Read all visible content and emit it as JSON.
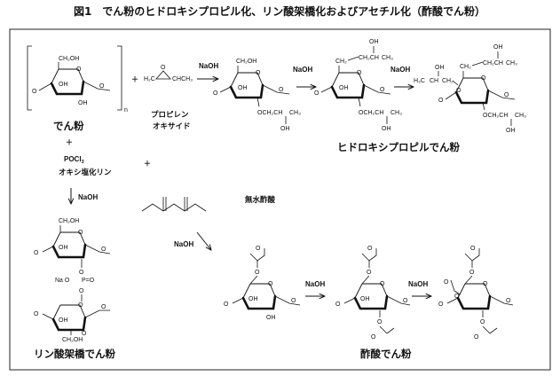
{
  "figure": {
    "title": "図1　でん粉のヒドロキシプロピル化、リン酸架橋化およびアセチル化（酢酸でん粉）"
  },
  "labels": {
    "starch": "でん粉",
    "propylene_oxide_1": "プロピレン",
    "propylene_oxide_2": "オキサイド",
    "hydroxypropyl_starch": "ヒドロキシプロピルでん粉",
    "phosphoryl_chloride": "POCl",
    "phosphoryl_chloride_sub": "3",
    "phosphoryl_chloride_name": "オキシ塩化リン",
    "acetic_anhydride": "無水酢酸",
    "phosphate_crosslinked_starch": "リン酸架橋でん粉",
    "acetyl_starch": "酢酸でん粉",
    "plus": "＋",
    "n": "n"
  },
  "reagents": {
    "naoh": "NaOH"
  },
  "chem": {
    "ch2oh": "CH₂OH",
    "ch2": "CH₂",
    "oh": "OH",
    "o": "O",
    "ch": "CH",
    "ch3": "CH₃",
    "h2c": "H₂C",
    "chch3": "CHCH₃",
    "h3c": "H₃C",
    "och2ch": "OCH₂CH",
    "ch2_ch": "CH₂CH",
    "ch_ch3": "CHCH₃",
    "na_o": "Na O",
    "p_eq_o": "P=O"
  }
}
